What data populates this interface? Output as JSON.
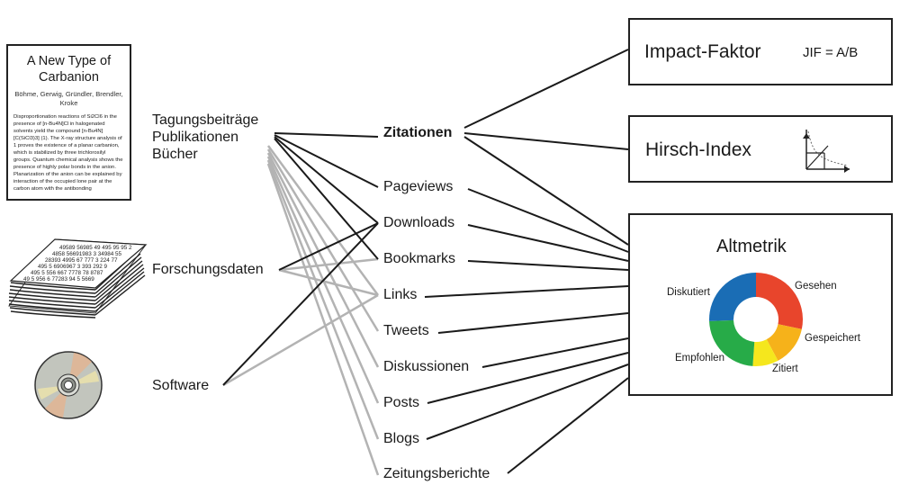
{
  "paper": {
    "title_line1": "A New Type of",
    "title_line2": "Carbanion",
    "authors": "Böhme, Gerwig, Gründler, Brendler, Kroke",
    "abstract": "Disproportionation reactions of Si2Cl6 in the presence of [n-Bu4N]Cl in halogenated solvents yield the compound [n-Bu4N][C(SiCl3)3] (1). The X-ray structure analysis of 1 proves the existence of a planar carbanion, which is stabilized by three trichlorosilyl groups. Quantum chemical analysis shows the presence of highly polar bonds in the anion. Planarization of the anion can be explained by interaction of the occupied lone pair at the carbon atom with the antibonding"
  },
  "data_sheet_lines": [
    "49589 56985 49 495 95 95 2",
    "4858 56691983 3 34984 55",
    "28393 4995 67 777 3 224 77",
    "495 5 6906967 3 393 292 9",
    "495 5 556 667 7778 78 8787",
    "49 5 956 6 77283 94 5 5669"
  ],
  "sources": {
    "publications": [
      "Tagungsbeiträge",
      "Publikationen",
      "Bücher"
    ],
    "data": "Forschungsdaten",
    "software": "Software"
  },
  "metrics": {
    "citations": "Zitationen",
    "items": [
      "Pageviews",
      "Downloads",
      "Bookmarks",
      "Links",
      "Tweets",
      "Diskussionen",
      "Posts",
      "Blogs",
      "Zeitungsberichte"
    ]
  },
  "boxes": {
    "impact": {
      "title": "Impact-Faktor",
      "formula": "JIF = A/B"
    },
    "hirsch": {
      "title": "Hirsch-Index"
    },
    "altmetrik": {
      "title": "Altmetrik",
      "segments": [
        {
          "label": "Gesehen",
          "color": "#e8452c"
        },
        {
          "label": "Gespeichert",
          "color": "#f6b21a"
        },
        {
          "label": "Zitiert",
          "color": "#f5e71d"
        },
        {
          "label": "Empfohlen",
          "color": "#27ab48"
        },
        {
          "label": "Diskutiert",
          "color": "#1a6db5"
        }
      ]
    }
  },
  "colors": {
    "line_dark": "#1a1a1a",
    "line_gray": "#b3b3b3"
  }
}
